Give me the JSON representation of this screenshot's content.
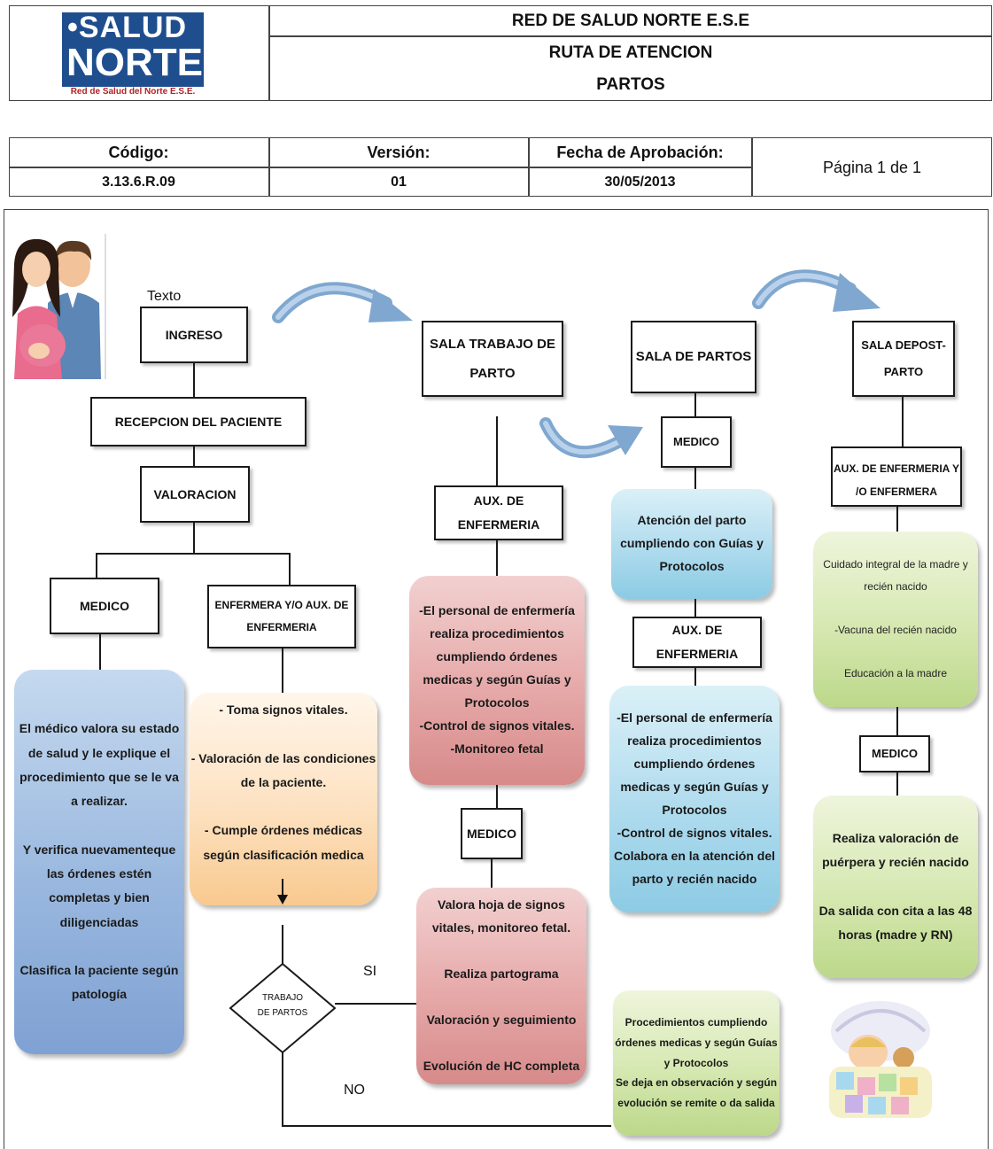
{
  "logo": {
    "line1": "•SALUD",
    "line2": "NORTE",
    "tagline": "Red de Salud del Norte E.S.E."
  },
  "header": {
    "org": "RED DE SALUD NORTE E.S.E",
    "title": "RUTA DE ATENCION",
    "subtitle": "PARTOS"
  },
  "meta": {
    "code_label": "Código:",
    "code_value": "3.13.6.R.09",
    "version_label": "Versión:",
    "version_value": "01",
    "date_label": "Fecha de Aprobación:",
    "date_value": "30/05/2013",
    "page": "Página 1 de 1"
  },
  "flow": {
    "texto": "Texto",
    "ingreso": "INGRESO",
    "recepcion": "RECEPCION DEL PACIENTE",
    "valoracion": "VALORACION",
    "medico_left": "MEDICO",
    "enfermera": "ENFERMERA Y/O AUX. DE\nENFERMERIA",
    "medico_desc": "El médico valora su estado\nde salud y le explique el\nprocedimiento que se le va\na realizar.\n\nY verifica nuevamenteque\nlas  órdenes estén\ncompletas y bien\ndiligenciadas\n\nClasifica la paciente según\npatología",
    "enfermera_desc": "- Toma signos vitales.\n\n- Valoración de  las condiciones\nde la paciente.\n\n- Cumple órdenes médicas\nsegún clasificación medica",
    "decision": "TRABAJO\nDE PARTOS",
    "si": "SI",
    "no": "NO",
    "sala_trabajo": "SALA TRABAJO DE\nPARTO",
    "aux_enf_1": "AUX. DE ENFERMERIA",
    "trabajo_desc": "-El personal de enfermería\nrealiza procedimientos\ncumpliendo órdenes\nmedicas y según Guías y\nProtocolos\n-Control de signos vitales.\n-Monitoreo fetal",
    "medico_mid": "MEDICO",
    "medico_mid_desc": "Valora hoja de signos\nvitales, monitoreo fetal.\n\nRealiza partograma\n\nValoración y seguimiento\n\nEvolución de HC completa",
    "sala_partos": "SALA DE PARTOS",
    "medico_partos": "MEDICO",
    "atencion_parto": "Atención del parto\ncumpliendo con Guías y\nProtocolos",
    "aux_enf_2": "AUX. DE ENFERMERIA",
    "partos_desc": "-El personal de enfermería\nrealiza procedimientos\ncumpliendo órdenes\nmedicas y según Guías y\nProtocolos\n-Control de signos vitales.\nColabora en la atención del\nparto y recién nacido",
    "procedimientos": "Procedimientos cumpliendo\nórdenes medicas y según Guías\ny Protocolos\nSe deja en observación y según\nevolución se remite o da salida",
    "sala_post": "SALA DEPOST-\nPARTO",
    "aux_enf_3": "AUX. DE ENFERMERIA Y\n/O ENFERMERA",
    "cuidado": "Cuidado integral de la madre y\nrecién nacido\n\n-Vacuna del recién nacido\n\nEducación a la madre",
    "medico_post": "MEDICO",
    "valoracion_post": "Realiza valoración de\npuérpera y recién nacido\n\nDa salida con cita a las 48\nhoras (madre y RN)"
  },
  "colors": {
    "logo_blue": "#1f4e8f",
    "arrow_blue": "#7fa7cf"
  }
}
